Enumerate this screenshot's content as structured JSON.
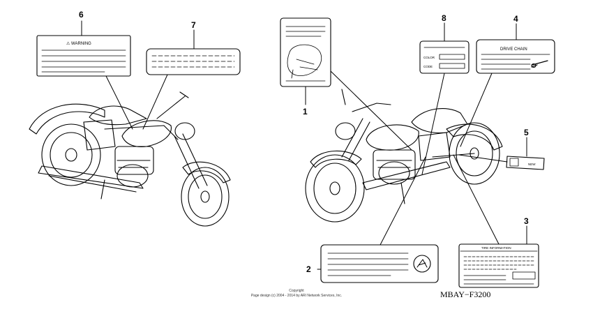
{
  "callouts": [
    "6",
    "7",
    "1",
    "8",
    "4",
    "5",
    "2",
    "3"
  ],
  "labels": {
    "warning": "⚠ WARNING",
    "drive_chain": "DRIVE CHAIN",
    "color": "COLOR",
    "code": "CODE",
    "tire_info": "TIRE INFORMATION",
    "new": "NEW"
  },
  "diagram_code": "MBAY−F3200",
  "copyright": {
    "line1": "Copyright",
    "line2": "Page design (c) 2004 - 2014 by ARI Network Services, Inc."
  }
}
